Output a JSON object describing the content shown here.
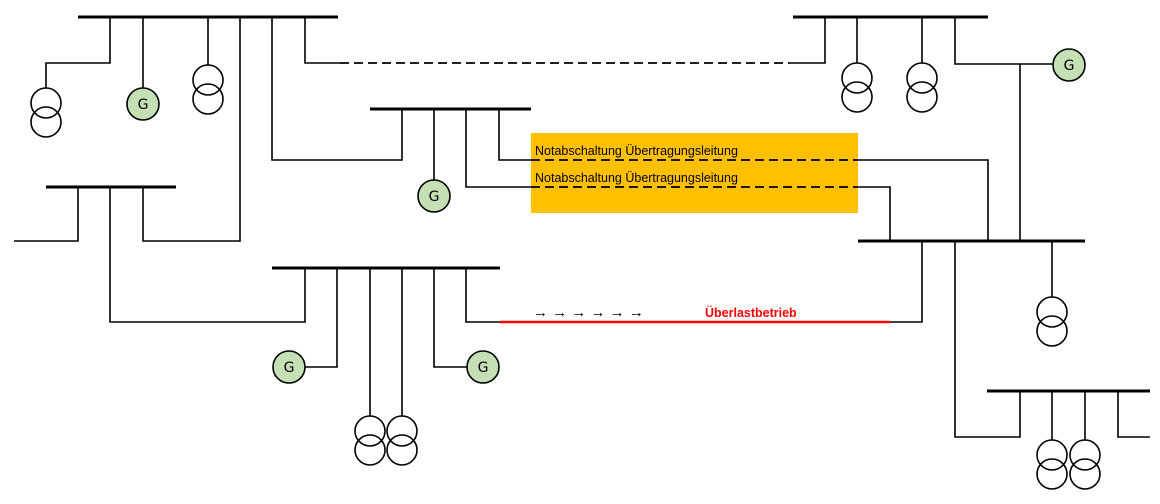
{
  "colors": {
    "highlight_box": "#FFC000",
    "overload_line": "#FF0000",
    "generator_fill": "#C5E0B4"
  },
  "generator_label": "G",
  "annotations": {
    "shutdown_line_1": "Notabschaltung Übertragungsleitung",
    "shutdown_line_2": "Notabschaltung Übertragungsleitung",
    "flow_arrows": "→ → → → → →",
    "overload": "Überlastbetrieb"
  },
  "icons": [
    "generator-icon",
    "transformer-icon",
    "busbar"
  ]
}
